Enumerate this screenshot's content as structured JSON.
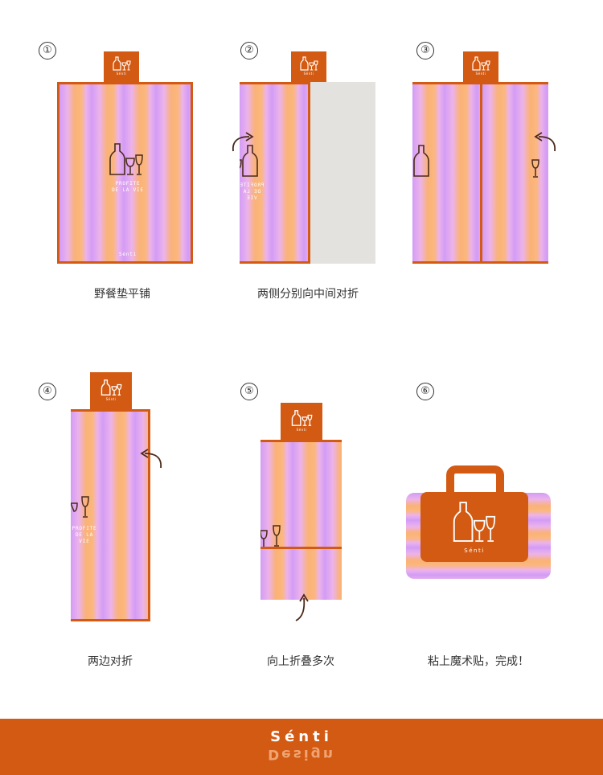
{
  "steps": [
    {
      "number": "①",
      "caption": "野餐垫平铺"
    },
    {
      "number": "②",
      "caption": "两侧分别向中间对折"
    },
    {
      "number": "③",
      "caption": ""
    },
    {
      "number": "④",
      "caption": "两边对折"
    },
    {
      "number": "⑤",
      "caption": "向上折叠多次"
    },
    {
      "number": "⑥",
      "caption": "粘上魔术贴，完成！"
    }
  ],
  "mat": {
    "tab_label": "Sénti",
    "slogan_line1": "PROFITE",
    "slogan_line2": "DE LA VIE",
    "bottom_label": "Sénti",
    "bag_label": "Sénti"
  },
  "footer": {
    "brand": "Sénti",
    "brand_reflection": "Design"
  },
  "colors": {
    "accent": "#d35a12",
    "stripe_purple": "#d39cf6",
    "stripe_orange": "#fab277",
    "grey_panel": "#e4e2df"
  },
  "icons": [
    "bottle-glasses-icon",
    "curved-arrow-icon"
  ]
}
